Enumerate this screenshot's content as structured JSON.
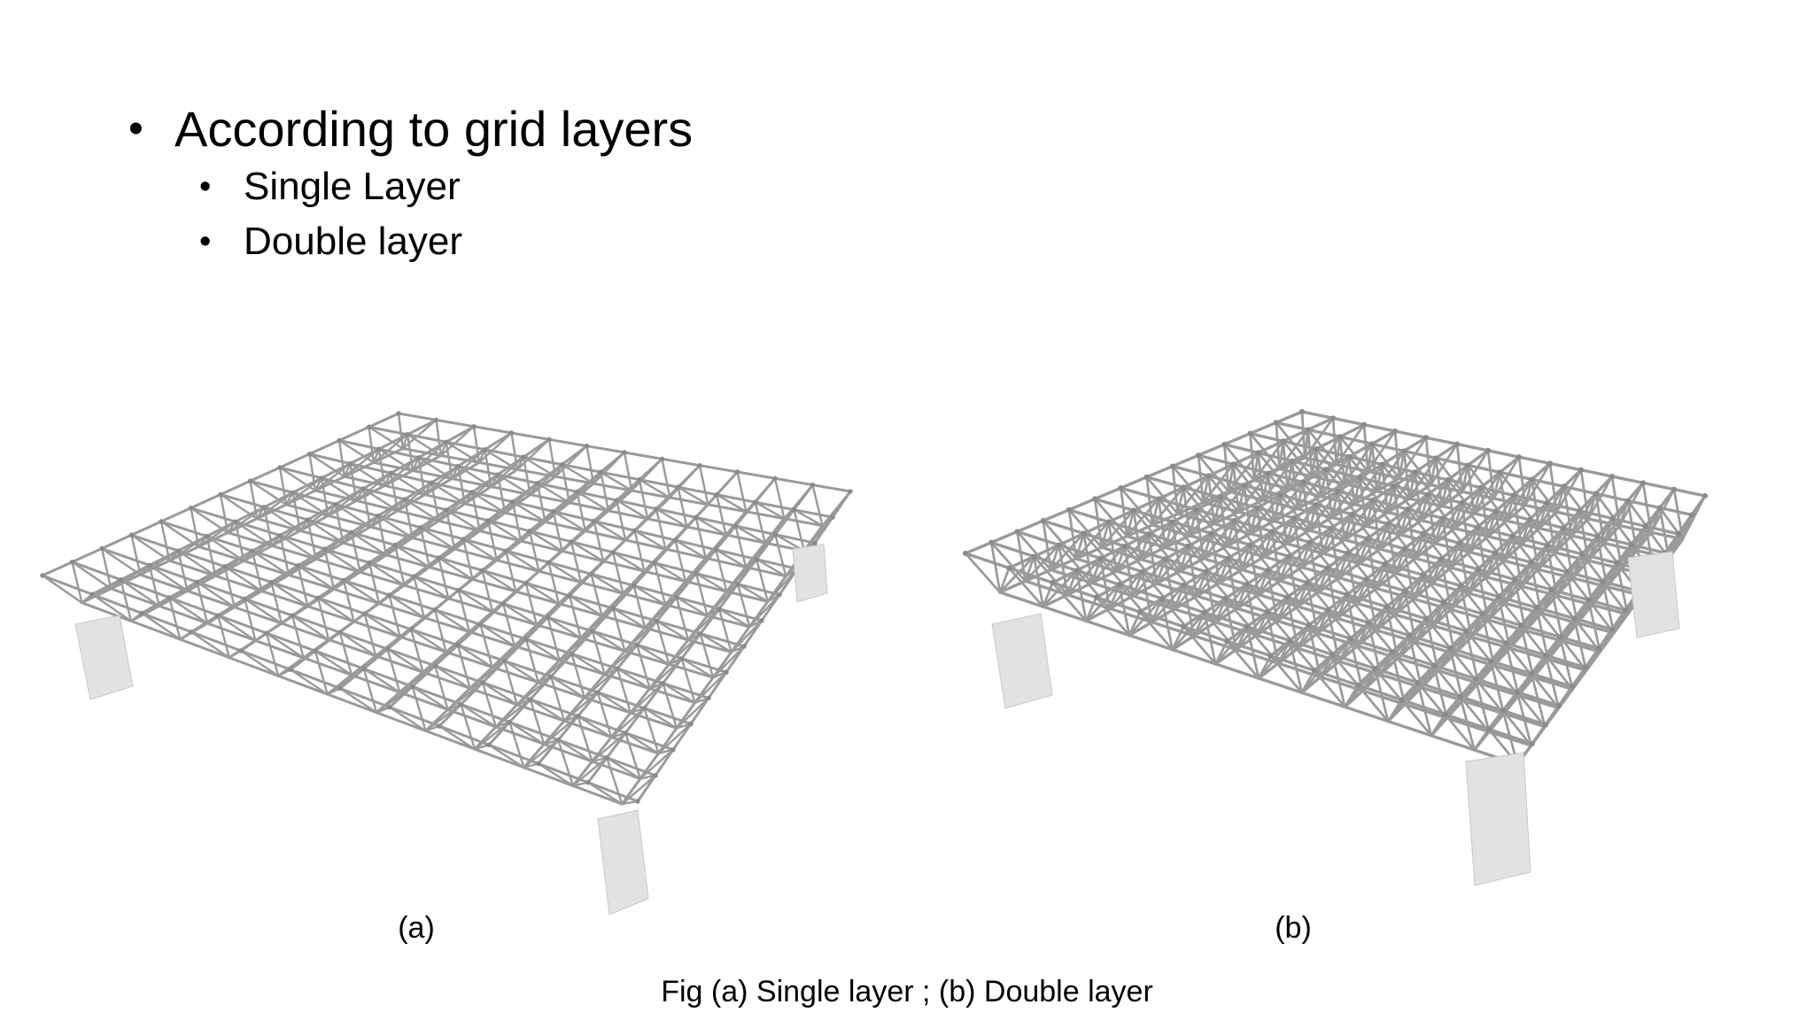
{
  "bullets": {
    "main": "According to grid layers",
    "sub": [
      "Single Layer",
      "Double layer"
    ]
  },
  "figures": {
    "a_label": "(a)",
    "b_label": "(b)",
    "caption": "Fig (a) Single layer ; (b) Double layer"
  },
  "colors": {
    "background": "#ffffff",
    "member": "#9a9a9a",
    "support": "#dcdcdc"
  }
}
